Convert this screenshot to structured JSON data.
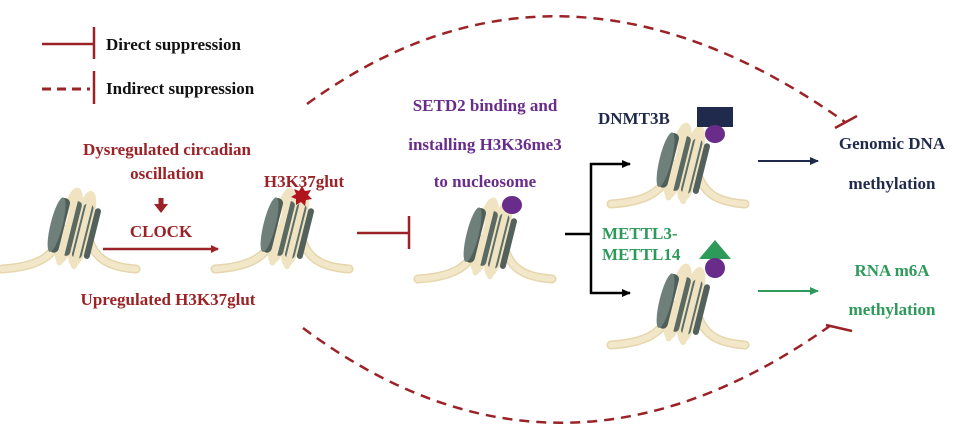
{
  "colors": {
    "suppression": "#9b2226",
    "clock_text": "#9b2226",
    "setd2_text": "#6a2c8a",
    "dnmt3b": "#1f2a4d",
    "mettl": "#2e9a5a",
    "branch": "#000000",
    "histone": "#5f6f68",
    "dna": "#efe3c2",
    "h3k36me3_dot": "#6a2c8a",
    "glut_star": "#b0151d"
  },
  "legend": {
    "direct": "Direct suppression",
    "indirect": "Indirect suppression"
  },
  "stage1": {
    "trigger_line1": "Dysregulated circadian",
    "trigger_line2": "oscillation",
    "clock": "CLOCK",
    "below": "Upregulated H3K37glut"
  },
  "stage2": {
    "mark": "H3K37glut"
  },
  "stage3": {
    "line1": "SETD2  binding and",
    "line2": "installing H3K36me3",
    "line3": "to nucleosome"
  },
  "branch_top": {
    "enzyme": "DNMT3B",
    "outcome_line1": "Genomic DNA",
    "outcome_line2": "methylation"
  },
  "branch_bottom": {
    "enzyme_line1": "METTL3-",
    "enzyme_line2": "METTL14",
    "outcome_line1": "RNA m6A",
    "outcome_line2": "methylation"
  }
}
